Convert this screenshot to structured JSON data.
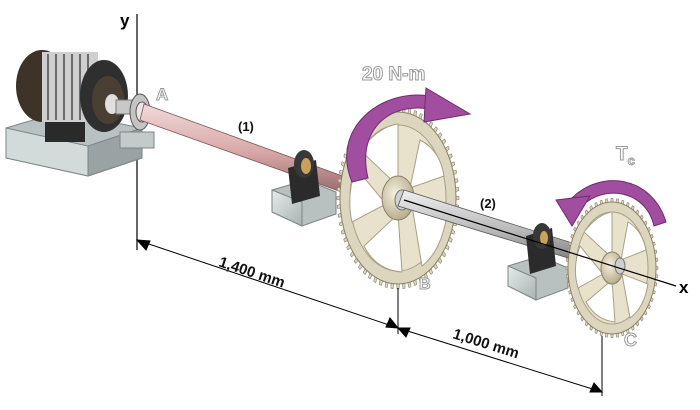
{
  "axes": {
    "y_label": "y",
    "x_label": "x"
  },
  "points": {
    "a": "A",
    "b": "B",
    "c": "C"
  },
  "segments": {
    "seg1": "(1)",
    "seg2": "(2)"
  },
  "dimensions": {
    "ab": "1,400 mm",
    "bc": "1,000 mm"
  },
  "torques": {
    "applied_b": "20 N-m",
    "reaction_c_main": "T",
    "reaction_c_sub": "c"
  },
  "colors": {
    "shaft1": "#d8a8a8",
    "shaft2": "#b8b8b8",
    "gear": "#ddd6bf",
    "gear_dark": "#a89f84",
    "torque_arrow": "#a24ea0",
    "bearing_block": "#cfd6d6",
    "motor_body": "#3a3a3a"
  }
}
